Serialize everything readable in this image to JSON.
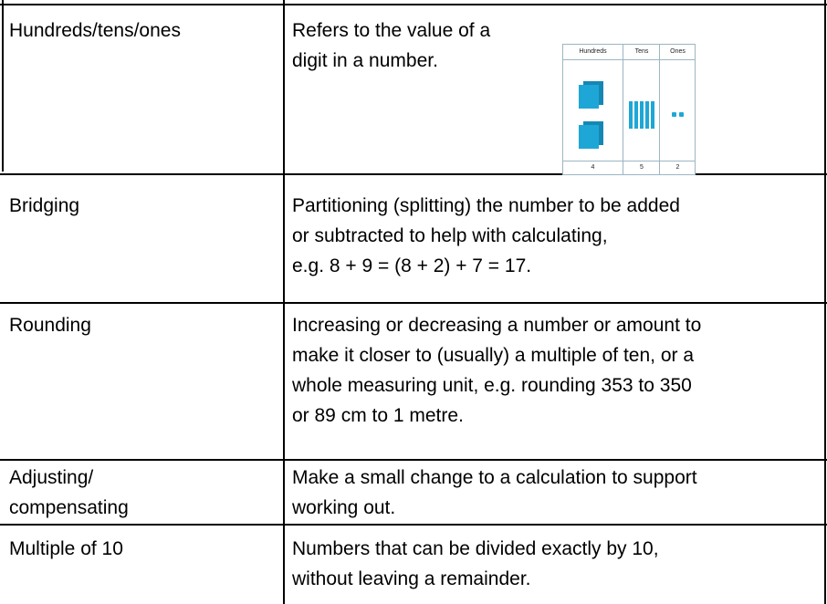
{
  "rows": [
    {
      "term": "Hundreds/tens/ones",
      "definition": [
        "Refers to the value of a",
        "digit in a number."
      ],
      "diagram": {
        "headers": [
          "Hundreds",
          "Tens",
          "Ones"
        ],
        "values": [
          "4",
          "5",
          "2"
        ],
        "hundreds": 4,
        "tens": 5,
        "ones": 2,
        "color": "#1ea7d6"
      }
    },
    {
      "term": "Bridging",
      "definition": [
        "Partitioning (splitting) the number to be added",
        "or subtracted to help with calculating,",
        "e.g. 8 + 9  = (8 + 2) + 7 = 17."
      ]
    },
    {
      "term": "Rounding",
      "definition": [
        "Increasing or decreasing a number or amount to",
        "make it closer to (usually) a multiple of ten, or a",
        "whole measuring unit, e.g. rounding 353 to 350",
        "or 89 cm to 1 metre."
      ]
    },
    {
      "term": [
        "Adjusting/",
        "compensating"
      ],
      "definition": [
        "Make a small change to a calculation to support",
        "working out."
      ]
    },
    {
      "term": "Multiple of 10",
      "definition": [
        "Numbers that can be divided exactly by 10,",
        "without leaving a remainder."
      ]
    }
  ]
}
